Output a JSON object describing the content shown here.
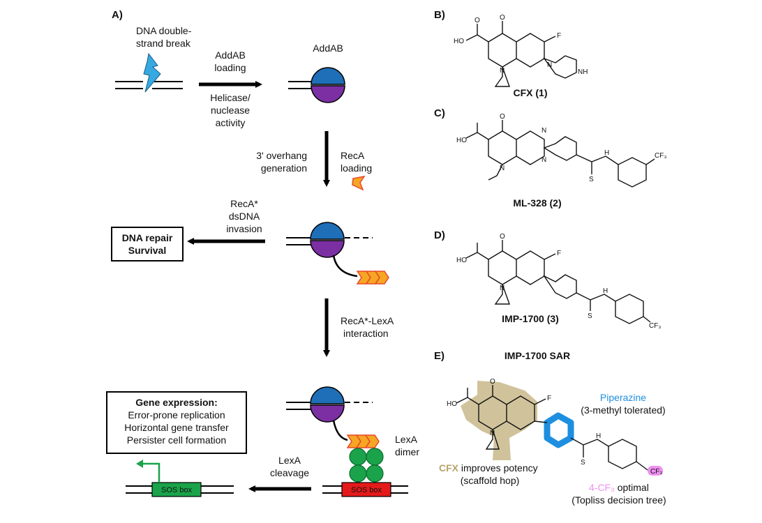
{
  "panel_a": {
    "panel_label": "A)",
    "dsb_label_1": "DNA double-",
    "dsb_label_2": "strand break",
    "addab_title": "AddAB",
    "step1_top_1": "AddAB",
    "step1_top_2": "loading",
    "step1_bot_1": "Helicase/",
    "step1_bot_2": "nuclease",
    "step1_bot_3": "activity",
    "step2_left_1": "3' overhang",
    "step2_left_2": "generation",
    "step2_right_1": "RecA",
    "step2_right_2": "loading",
    "step3_1": "RecA*",
    "step3_2": "dsDNA",
    "step3_3": "invasion",
    "repair_1": "DNA repair",
    "repair_2": "Survival",
    "step4_1": "RecA*-LexA",
    "step4_2": "interaction",
    "gene_title": "Gene expression:",
    "gene_1": "Error-prone replication",
    "gene_2": "Horizontal gene transfer",
    "gene_3": "Persister cell formation",
    "lexa_cleave_1": "LexA",
    "lexa_cleave_2": "cleavage",
    "lexa_dimer_1": "LexA",
    "lexa_dimer_2": "dimer",
    "sos_box": "SOS box"
  },
  "panel_b": {
    "panel_label": "B)",
    "name": "CFX (1)",
    "f": "F",
    "ho": "HO",
    "o": "O",
    "n": "N",
    "nh": "NH"
  },
  "panel_c": {
    "panel_label": "C)",
    "name": "ML-328 (2)",
    "ho": "HO",
    "o": "O",
    "n": "N",
    "nh": "H",
    "s": "S",
    "cf3": "CF₃"
  },
  "panel_d": {
    "panel_label": "D)",
    "name": "IMP-1700 (3)",
    "f": "F",
    "ho": "HO",
    "o": "O",
    "n": "N",
    "nh": "H",
    "s": "S",
    "cf3": "CF₃"
  },
  "panel_e": {
    "panel_label": "E)",
    "title": "IMP-1700 SAR",
    "piperazine": "Piperazine",
    "piperazine_note": "(3-methyl tolerated)",
    "cfx_key": "CFX",
    "cfx_note": " improves potency",
    "cfx_note_2": "(scaffold hop)",
    "cf3_key": "4-CF₃",
    "cf3_note": " optimal",
    "cf3_note_2": "(Topliss decision tree)",
    "f": "F",
    "ho": "HO",
    "o": "O",
    "n": "N",
    "nh": "H",
    "s": "S",
    "cf3": "CF₃"
  },
  "colors": {
    "addab_blue": "#1f6fb8",
    "addab_purple": "#7b2fa3",
    "reca_orange": "#f5a623",
    "reca_red": "#e8482a",
    "lexa_green": "#1aa34a",
    "sos_green": "#1aa34a",
    "sos_red": "#e41a1a",
    "bolt_blue": "#36a9e1",
    "cfx_highlight": "#c8b88a",
    "piperazine_highlight": "#1e8fe0",
    "cf3_highlight": "#ee8ff0"
  }
}
